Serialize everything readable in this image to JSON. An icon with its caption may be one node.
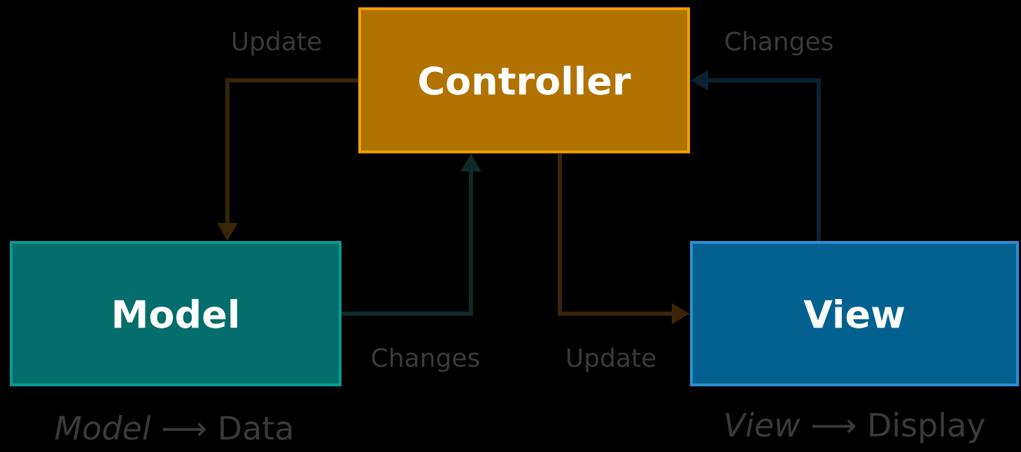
{
  "diagram": {
    "nodes": [
      {
        "text": [
          "Controller"
        ]
      },
      {
        "text": [
          "Model"
        ],
        "beside": [
          "*Model* ⟶ Data"
        ]
      },
      {
        "text": [
          "View"
        ],
        "beside": [
          "*View* ⟶ Display"
        ]
      }
    ],
    "edges": [
      {
        "from": 0,
        "to": 1,
        "arrow": "to",
        "label": "Update",
        "color": "#3a2508"
      },
      {
        "from": 1,
        "to": 0,
        "arrow": "to",
        "label": "Changes",
        "color": "#0e2a29"
      },
      {
        "from": 0,
        "to": 2,
        "arrow": "to",
        "label": "Update",
        "color": "#3a2508"
      },
      {
        "from": 2,
        "to": 0,
        "arrow": "to",
        "label": "Changes",
        "color": "#0c2233"
      }
    ]
  }
}
